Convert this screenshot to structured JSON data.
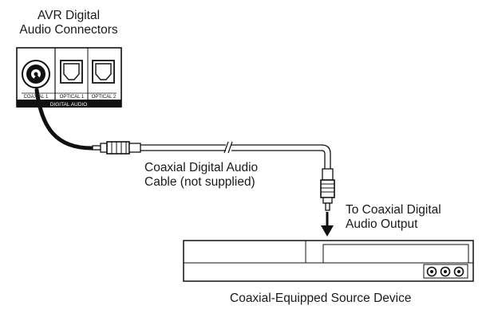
{
  "panel": {
    "title_line1": "AVR Digital",
    "title_line2": "Audio Connectors",
    "ports": [
      "COAXIAL 1",
      "OPTICAL 1",
      "OPTICAL 2"
    ],
    "group_label": "DIGITAL AUDIO"
  },
  "cable": {
    "label_line1": "Coaxial Digital Audio",
    "label_line2": "Cable (not supplied)"
  },
  "output": {
    "label_line1": "To Coaxial Digital",
    "label_line2": "Audio Output"
  },
  "device": {
    "label": "Coaxial-Equipped Source Device"
  }
}
